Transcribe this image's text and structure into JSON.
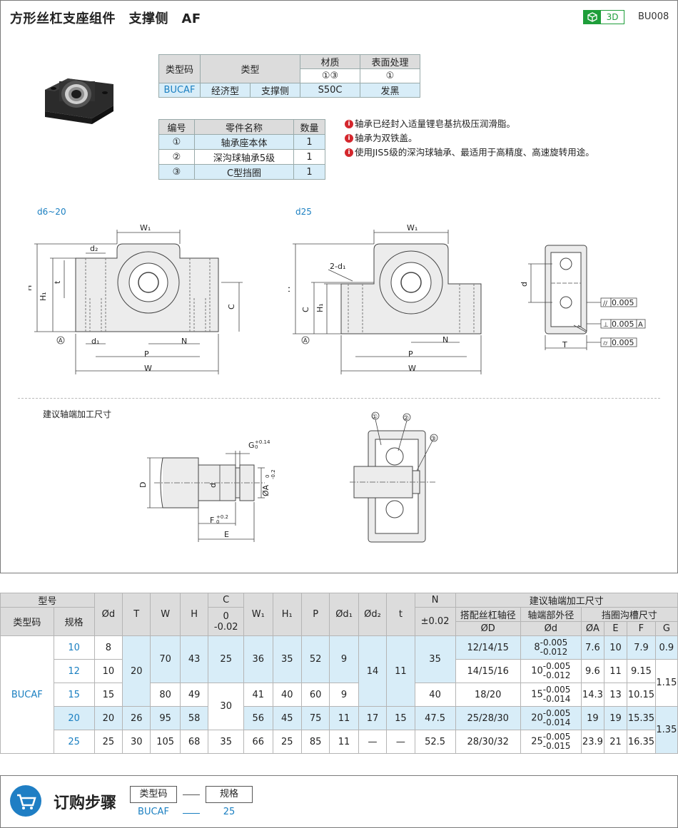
{
  "header": {
    "title": "方形丝杠支座组件　支撑侧　AF",
    "badge_3d": "3D",
    "code": "BU008"
  },
  "type_table": {
    "col_code": "类型码",
    "col_type": "类型",
    "col_material": "材质",
    "col_surface": "表面处理",
    "material_ref": "①③",
    "surface_ref": "①",
    "row": {
      "code": "BUCAF",
      "type1": "经济型",
      "type2": "支撑侧",
      "material": "S50C",
      "surface": "发黑"
    }
  },
  "parts_table": {
    "col_no": "编号",
    "col_name": "零件名称",
    "col_qty": "数量",
    "rows": [
      {
        "no": "①",
        "name": "轴承座本体",
        "qty": "1"
      },
      {
        "no": "②",
        "name": "深沟球轴承5级",
        "qty": "1"
      },
      {
        "no": "③",
        "name": "C型挡圈",
        "qty": "1"
      }
    ]
  },
  "notes": [
    "轴承已经封入适量锂皂基抗极压润滑脂。",
    "轴承为双铁盖。",
    "使用JIS5级的深沟球轴承、最适用于高精度、高速旋转用途。"
  ],
  "drawings": {
    "label_left": "d6~20",
    "label_mid": "d25",
    "shaft_title": "建议轴端加工尺寸",
    "dims": {
      "W1": "W₁",
      "d2": "d₂",
      "H": "H",
      "H1": "H₁",
      "t": "t",
      "C": "C",
      "d1": "d₁",
      "N": "N",
      "P": "P",
      "W": "W",
      "two_d1": "2-d₁",
      "d": "d",
      "T": "T",
      "A_mark": "A",
      "tol1": "0.005",
      "tol2": "0.005",
      "tol3": "0.005",
      "tol2_ref": "A",
      "G": "G",
      "G_tol": "+0.14",
      "G_tol0": "0",
      "F": "F",
      "F_tol": "+0.2",
      "F_tol0": "0",
      "E": "E",
      "D": "D",
      "dA": "ØA",
      "dA_tol": "0",
      "dA_tol2": "-0.2",
      "c1": "①",
      "c2": "②",
      "c3": "③"
    }
  },
  "spec_table": {
    "headers": {
      "model": "型号",
      "code": "类型码",
      "spec": "规格",
      "od": "Ød",
      "T": "T",
      "W": "W",
      "H": "H",
      "C": "C",
      "C_tol": "0",
      "C_tol2": "-0.02",
      "W1": "W₁",
      "H1": "H₁",
      "P": "P",
      "od1": "Ød₁",
      "od2": "Ød₂",
      "t": "t",
      "N": "N",
      "N_tol": "±0.02",
      "shaft": "建议轴端加工尺寸",
      "screw": "搭配丝杠轴径",
      "end_od": "轴端部外径",
      "groove": "挡圈沟槽尺寸",
      "oD": "ØD",
      "od_small": "Ød",
      "oA": "ØA",
      "E": "E",
      "F": "F",
      "G": "G"
    },
    "code": "BUCAF",
    "rows": [
      {
        "spec": "10",
        "d": "8",
        "T": "20",
        "W": "70",
        "H": "43",
        "C": "25",
        "W1": "36",
        "H1": "35",
        "P": "52",
        "d1": "9",
        "d2": "14",
        "t": "11",
        "N": "35",
        "D": "12/14/15",
        "dd": "8",
        "dd_up": "-0.005",
        "dd_lo": "-0.012",
        "A": "7.6",
        "E": "10",
        "F": "7.9",
        "G": "0.9"
      },
      {
        "spec": "12",
        "d": "10",
        "T": "20",
        "W": "70",
        "H": "43",
        "C": "25",
        "W1": "36",
        "H1": "35",
        "P": "52",
        "d1": "9",
        "d2": "14",
        "t": "11",
        "N": "35",
        "D": "14/15/16",
        "dd": "10",
        "dd_up": "-0.005",
        "dd_lo": "-0.012",
        "A": "9.6",
        "E": "11",
        "F": "9.15",
        "G": "1.15"
      },
      {
        "spec": "15",
        "d": "15",
        "T": "20",
        "W": "80",
        "H": "49",
        "C": "30",
        "W1": "41",
        "H1": "40",
        "P": "60",
        "d1": "9",
        "d2": "14",
        "t": "11",
        "N": "40",
        "D": "18/20",
        "dd": "15",
        "dd_up": "-0.005",
        "dd_lo": "-0.014",
        "A": "14.3",
        "E": "13",
        "F": "10.15",
        "G": "1.15"
      },
      {
        "spec": "20",
        "d": "20",
        "T": "26",
        "W": "95",
        "H": "58",
        "C": "30",
        "W1": "56",
        "H1": "45",
        "P": "75",
        "d1": "11",
        "d2": "17",
        "t": "15",
        "N": "47.5",
        "D": "25/28/30",
        "dd": "20",
        "dd_up": "-0.005",
        "dd_lo": "-0.014",
        "A": "19",
        "E": "19",
        "F": "15.35",
        "G": "1.35"
      },
      {
        "spec": "25",
        "d": "25",
        "T": "30",
        "W": "105",
        "H": "68",
        "C": "35",
        "W1": "66",
        "H1": "25",
        "P": "85",
        "d1": "11",
        "d2": "—",
        "t": "—",
        "N": "52.5",
        "D": "28/30/32",
        "dd": "25",
        "dd_up": "-0.005",
        "dd_lo": "-0.015",
        "A": "23.9",
        "E": "21",
        "F": "16.35",
        "G": "1.35"
      }
    ]
  },
  "order": {
    "title": "订购步骤",
    "box1": "类型码",
    "box2": "规格",
    "val1": "BUCAF",
    "val2": "25"
  },
  "colors": {
    "accent_blue": "#1a7fc1",
    "header_gray": "#dcdcdc",
    "cell_blue": "#d8edf8",
    "badge_green": "#1e9e3a",
    "note_red": "#d4272d"
  },
  "icons": [
    "cube-3d-icon",
    "info-icon",
    "shopping-cart-icon"
  ]
}
